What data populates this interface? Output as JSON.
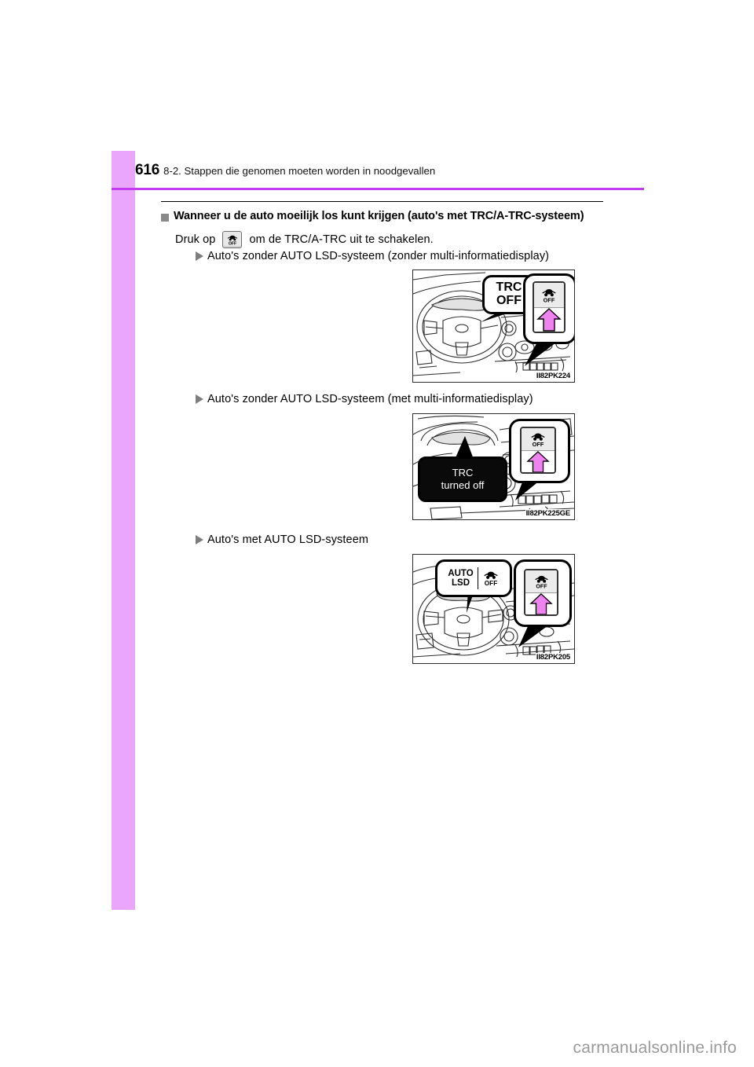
{
  "page": {
    "number": "616",
    "header_title": "8-2. Stappen die genomen moeten worden in noodgevallen",
    "accent_color": "#c33df0",
    "sidebar_color": "#eaa6fb",
    "watermark": "carmanualsonline.info"
  },
  "section": {
    "heading": "Wanneer u de auto moeilijk los kunt krijgen (auto's met TRC/A-TRC-systeem)",
    "instruction_before": "Druk op",
    "instruction_after": "om de TRC/A-TRC uit te schakelen.",
    "inline_key_icon": "trc-off-switch-icon"
  },
  "subsections": [
    {
      "label": "Auto's zonder AUTO LSD-systeem (zonder multi-informatiedisplay)",
      "figure": {
        "code": "II82PK224",
        "callout_line1": "TRC",
        "callout_line2": "OFF",
        "switch_icon": "trc-off-switch-icon",
        "arrow_color": "#ee82ee"
      }
    },
    {
      "label": "Auto's zonder AUTO LSD-systeem (met multi-informatiedisplay)",
      "figure": {
        "code": "II82PK225GE",
        "display_line1": "TRC",
        "display_line2": "turned off",
        "switch_icon": "trc-off-switch-icon",
        "arrow_color": "#ee82ee"
      }
    },
    {
      "label": "Auto's met AUTO LSD-systeem",
      "figure": {
        "code": "II82PK205",
        "callout_line1": "AUTO",
        "callout_line2": "LSD",
        "callout_icon": "trc-off-switch-icon",
        "callout_icon_label": "OFF",
        "switch_icon": "trc-off-switch-icon",
        "arrow_color": "#ee82ee"
      }
    }
  ]
}
